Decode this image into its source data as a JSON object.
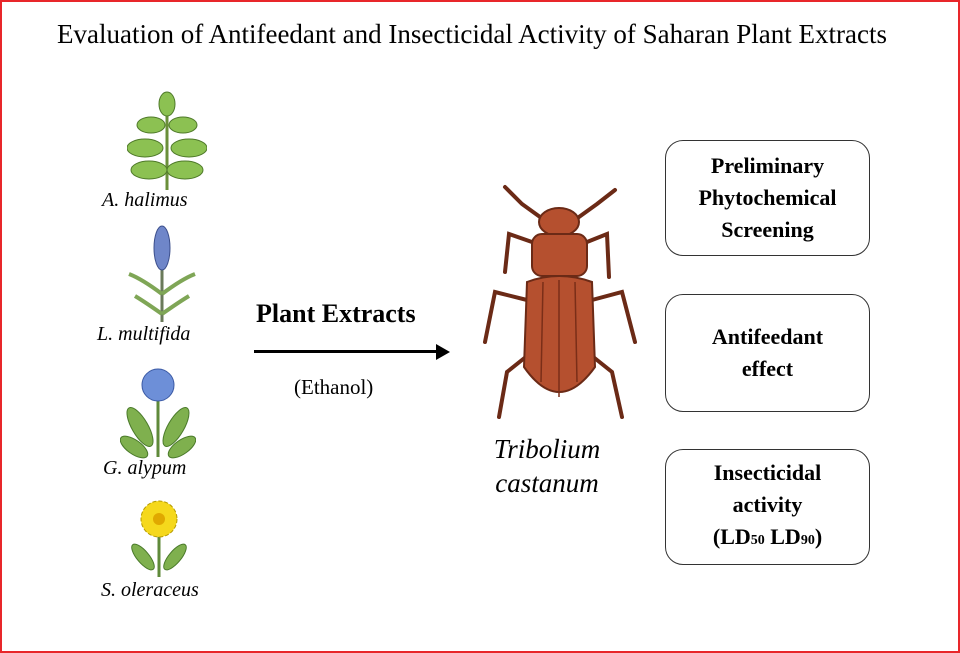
{
  "title": "Evaluation of Antifeedant and Insecticidal Activity of Saharan Plant Extracts",
  "plants": [
    {
      "name": "A. halimus",
      "color": "#7cb342"
    },
    {
      "name": "L. multifida",
      "color": "#6f86c9"
    },
    {
      "name": "G. alypum",
      "color": "#6d8fd8"
    },
    {
      "name": "S. oleraceus",
      "color": "#f5d81c"
    }
  ],
  "process": {
    "label": "Plant Extracts",
    "solvent": "(Ethanol)"
  },
  "insect": {
    "name_line1": "Tribolium",
    "name_line2": "castanum",
    "color": "#b5502f"
  },
  "outcomes": {
    "box1": [
      "Preliminary",
      "Phytochemical",
      "Screening"
    ],
    "box2": [
      "Antifeedant",
      "effect"
    ],
    "box3": {
      "line1": "Insecticidal",
      "line2": "activity",
      "ld1": "LD",
      "ld1_sub": "50",
      "ld2": "LD",
      "ld2_sub": "90",
      "open": "(",
      "close": ")"
    }
  },
  "border_color": "#e8262a"
}
